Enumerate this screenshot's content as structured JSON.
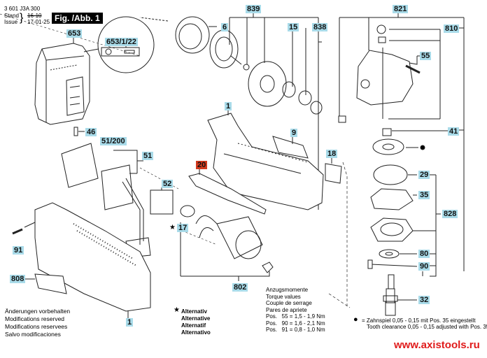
{
  "header": {
    "part_number": "3 601 J3A 300",
    "stand_label": "Stand",
    "issue_label": "Issue",
    "stand_value": "16-10",
    "issue_value": "17-01-25",
    "figure_label": "Fig. /Abb. 1"
  },
  "labels": {
    "l653": "653",
    "l653_1_22": "653/1/22",
    "l839": "839",
    "l6": "6",
    "l15": "15",
    "l838": "838",
    "l821": "821",
    "l810": "810",
    "l55": "55",
    "l41": "41",
    "l1_top": "1",
    "l9": "9",
    "l18": "18",
    "l46": "46",
    "l51_200": "51/200",
    "l51": "51",
    "l20": "20",
    "l52": "52",
    "l17": "17",
    "l29": "29",
    "l35": "35",
    "l828": "828",
    "l80": "80",
    "l90": "90",
    "l32": "32",
    "l91": "91",
    "l808": "808",
    "l802": "802",
    "l1_bottom": "1"
  },
  "highlighted_part": "20",
  "colors": {
    "label_bg": "#a9dbe9",
    "highlight_bg": "#d23a1e",
    "url_color": "#e01b1b"
  },
  "notes": {
    "modifications": [
      "Änderungen vorbehalten",
      "Modifications reserved",
      "Modifications reservees",
      "Salvo modificaciones"
    ],
    "alternative_marker": "★",
    "alternatives": [
      "Alternativ",
      "Alternative",
      "Alternatif",
      "Alternativo"
    ],
    "torque": {
      "lines": [
        "Anzugsmomente",
        "Torque values",
        "Couple de serrage",
        "Pares de apriete"
      ],
      "values": [
        "Pos.   55 = 1,5 - 1,9 Nm",
        "Pos.   90 = 1,6 - 2,1 Nm",
        "Pos.   91 = 0,8 - 1,0 Nm"
      ]
    },
    "clearance_marker": "●",
    "clearance": [
      "= Zahnspiel 0,05 - 0,15 mit Pos. 35 eingestellt",
      "Tooth clearance 0,05 - 0,15 adjusted with Pos. 35"
    ]
  },
  "website": "www.axistools.ru"
}
